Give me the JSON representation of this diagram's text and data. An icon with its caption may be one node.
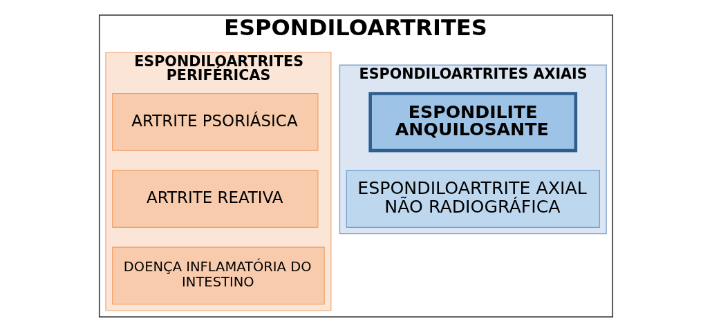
{
  "diagram": {
    "nodes": [
      {
        "text": [
          "ESPONDILOARTRITES"
        ]
      },
      {
        "text": [
          "ESPONDILOARTRITES AXIAIS"
        ],
        "in": 0
      },
      {
        "text": [
          "ESPONDILITE ANQUILOSANTE"
        ],
        "in": 1
      },
      {
        "text": [
          "ESPONDILOARTRITE AXIAL NÃO RADIOGRÁFICA"
        ],
        "in": 1
      },
      {
        "text": [
          "ESPONDILOARTRITES PERIFÉRICAS"
        ],
        "in": 0
      },
      {
        "text": [
          "ARTRITE PSORIÁSICA"
        ],
        "in": 4
      },
      {
        "text": [
          "ARTRITE REATIVA"
        ],
        "in": 4
      },
      {
        "text": [
          "DOENÇA INFLAMATÓRIA DO INTESTINO"
        ],
        "in": 4
      }
    ],
    "edges": []
  }
}
